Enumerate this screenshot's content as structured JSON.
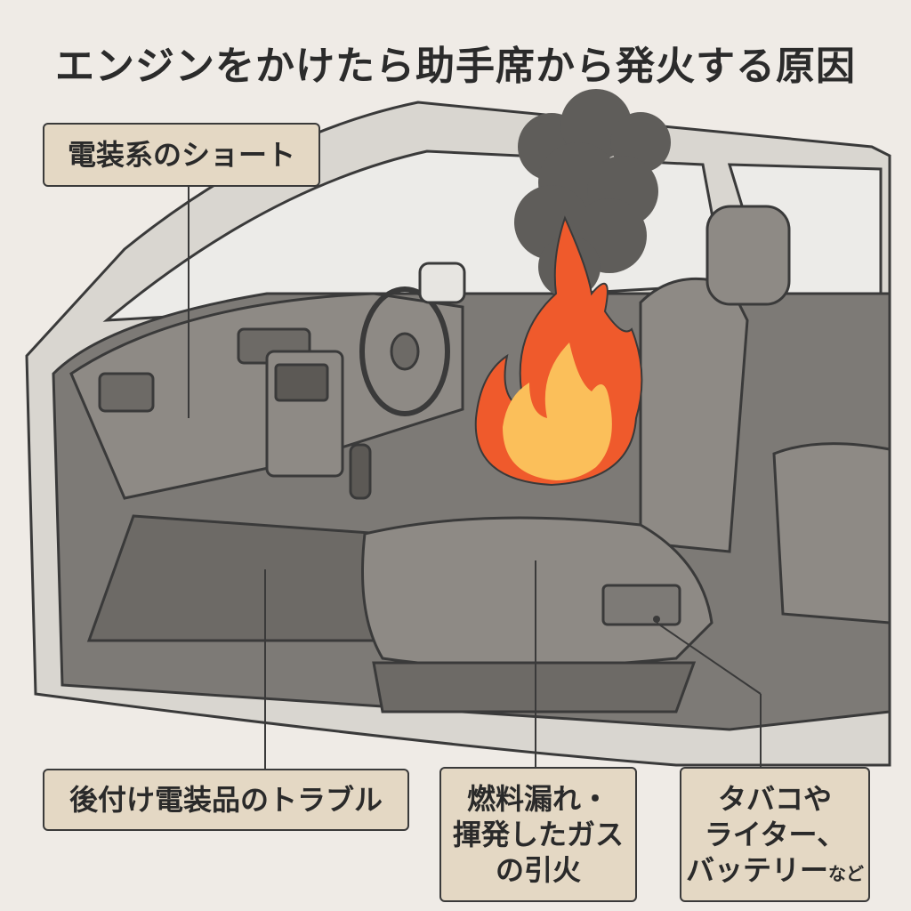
{
  "title": "エンジンをかけたら助手席から発火する原因",
  "labels": {
    "short": "電装系のショート",
    "aftermarket": "後付け電装品のトラブル",
    "fuel_line1": "燃料漏れ・",
    "fuel_line2": "揮発したガス",
    "fuel_line3": "の引火",
    "tobacco_line1": "タバコや",
    "tobacco_line2": "ライター、",
    "tobacco_line3": "バッテリー",
    "tobacco_suffix": "など"
  },
  "colors": {
    "background": "#efebe6",
    "label_fill": "#e4d8c4",
    "interior": "#7d7a76",
    "smoke": "#5f5d5a",
    "flame_outer": "#ef5a2c",
    "flame_inner": "#fbbf5a"
  }
}
